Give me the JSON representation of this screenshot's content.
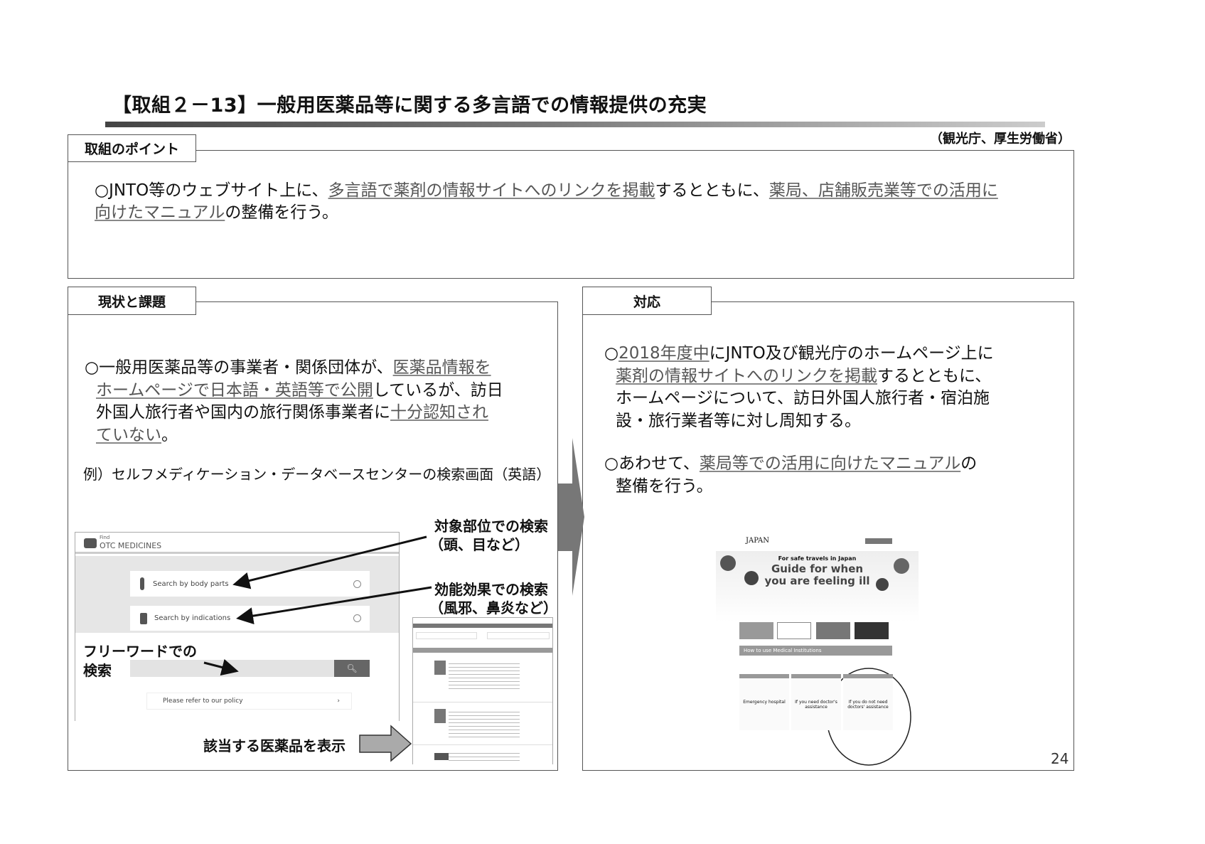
{
  "title": "【取組２－13】一般用医薬品等に関する多言語での情報提供の充実",
  "source": "（観光庁、厚生労働省）",
  "point": {
    "label": "取組のポイント",
    "lines": [
      [
        {
          "t": "○JNTO等のウェブサイト上に、",
          "u": false
        },
        {
          "t": "多言語で薬剤の情報サイトへのリンクを掲載",
          "u": true
        },
        {
          "t": "するとともに、",
          "u": false
        },
        {
          "t": "薬局、店舗販売業等での活用に",
          "u": true
        }
      ],
      [
        {
          "t": "向けたマニュアル",
          "u": true
        },
        {
          "t": "の整備を行う。",
          "u": false
        }
      ]
    ]
  },
  "current": {
    "label": "現状と課題",
    "lines": [
      [
        {
          "t": "○一般用医薬品等の事業者・関係団体が、",
          "u": false
        },
        {
          "t": "医薬品情報を",
          "u": true
        }
      ],
      [
        {
          "t": "ホームページで日本語・英語等で公開",
          "u": true
        },
        {
          "t": "しているが、訪日",
          "u": false
        }
      ],
      [
        {
          "t": "外国人旅行者や国内の旅行関係事業者に",
          "u": false
        },
        {
          "t": "十分認知され",
          "u": true
        }
      ],
      [
        {
          "t": "ていない",
          "u": true
        },
        {
          "t": "。",
          "u": false
        }
      ]
    ],
    "example": "例）セルフメディケーション・データベースセンターの検索画面（英語）",
    "mock": {
      "logo_small": "Find",
      "logo": "OTC MEDICINES",
      "btn_body": "Search by body parts",
      "btn_indications": "Search by indications",
      "policy": "Please refer to our policy"
    },
    "callouts": {
      "body_1": "対象部位での検索",
      "body_2": "（頭、目など）",
      "ind_1": "効能効果での検索",
      "ind_2": "（風邪、鼻炎など）",
      "free_1": "フリーワードでの",
      "free_2": "検索",
      "result": "該当する医薬品を表示"
    }
  },
  "response": {
    "label": "対応",
    "p1": [
      [
        {
          "t": "○",
          "u": false
        },
        {
          "t": "2018年度中",
          "u": true
        },
        {
          "t": "にJNTO及び観光庁のホームページ上に",
          "u": false
        }
      ],
      [
        {
          "t": "薬剤の情報サイトへのリンクを掲載",
          "u": true
        },
        {
          "t": "するとともに、",
          "u": false
        }
      ],
      [
        {
          "t": "ホームページについて、訪日外国人旅行者・宿泊施",
          "u": false
        }
      ],
      [
        {
          "t": "設・旅行業者等に対し周知する。",
          "u": false
        }
      ]
    ],
    "p2": [
      [
        {
          "t": "○あわせて、",
          "u": false
        },
        {
          "t": "薬局等での活用に向けたマニュアル",
          "u": true
        },
        {
          "t": "の",
          "u": false
        }
      ],
      [
        {
          "t": "整備を行う。",
          "u": false
        }
      ]
    ],
    "mock": {
      "brand": "JAPAN",
      "tagline": "For safe travels in Japan",
      "headline1": "Guide for when",
      "headline2": "you are feeling ill",
      "section": "How to use Medical Institutions",
      "card1": "Emergency hospital",
      "card2": "If you need doctor's assistance",
      "card3": "If you do not need doctors' assistance"
    }
  },
  "page_number": "24"
}
